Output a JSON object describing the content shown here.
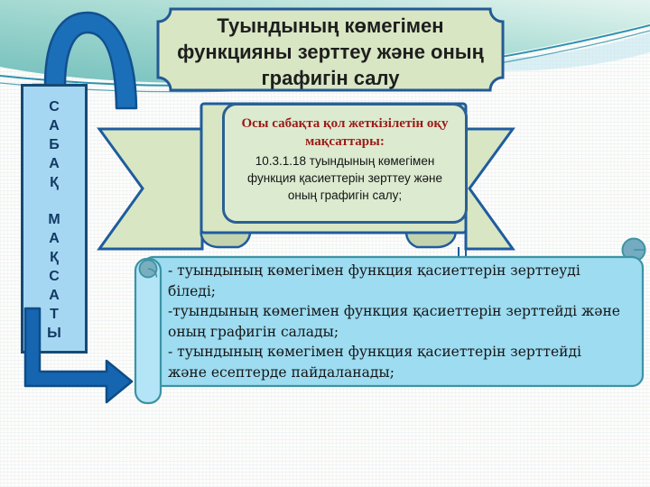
{
  "slide": {
    "title": {
      "lines": [
        "Туындының көмегімен",
        "функцияны зерттеу және оның",
        "графигін салу"
      ]
    },
    "lesson_label": {
      "word1": "С\nА\nБ\nА\nҚ",
      "word2": "М\nА\nҚ\nС\nА\nТ\nЫ"
    },
    "objectives_box": {
      "heading": "Осы сабақта қол жеткізілетін оқу мақсаттары:",
      "body": "10.3.1.18 туындының көмегімен функция қасиеттерін зерттеу және оның графигін салу;"
    },
    "outcomes_scroll": {
      "lines": [
        "- туындының көмегімен функция қасиеттерін зерттеуді",
        "біледі;",
        "-туындының көмегімен функция қасиеттерін зерттейді және",
        "оның графигін салады;",
        "- туындының көмегімен функция қасиеттерін зерттейді",
        "және есептерде пайдаланады;"
      ]
    },
    "colors": {
      "band_teal": "#7cc5c1",
      "shape_green": "#d8e6c3",
      "shape_border_blue": "#1f5c9e",
      "scroll_blue": "#9ddcf1",
      "scroll_border_teal": "#3d93a5",
      "arrow_blue": "#1565b0",
      "heading_red": "#9c1a15",
      "lesson_box_blue": "#a5d7f3"
    }
  }
}
